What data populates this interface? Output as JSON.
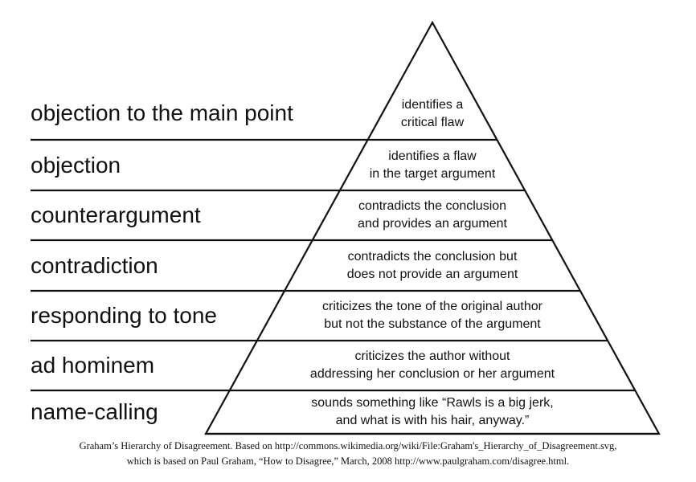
{
  "levels": [
    {
      "label": "objection to the main point",
      "desc": [
        "identifies a",
        "critical flaw"
      ]
    },
    {
      "label": "objection",
      "desc": [
        "identifies a flaw",
        "in the target argument"
      ]
    },
    {
      "label": "counterargument",
      "desc": [
        "contradicts the conclusion",
        "and provides an argument"
      ]
    },
    {
      "label": "contradiction",
      "desc": [
        "contradicts the conclusion but",
        "does not provide an argument"
      ]
    },
    {
      "label": "responding to tone",
      "desc": [
        "criticizes the tone of the original author",
        "but not the substance of the argument"
      ]
    },
    {
      "label": "ad hominem",
      "desc": [
        "criticizes the author without",
        "addressing her conclusion or her argument"
      ]
    },
    {
      "label": "name-calling",
      "desc": [
        "sounds something like “Rawls is a big jerk,",
        "and what is with his hair, anyway.”"
      ]
    }
  ],
  "caption": [
    "Graham’s Hierarchy of Disagreement. Based on http://commons.wikimedia.org/wiki/File:Graham's_Hierarchy_of_Disagreement.svg,",
    "which is based on Paul Graham, “How to Disagree,” March, 2008 http://www.paulgraham.com/disagree.html."
  ],
  "colors": {
    "line": "#111111",
    "text": "#111111",
    "background": "#ffffff"
  }
}
